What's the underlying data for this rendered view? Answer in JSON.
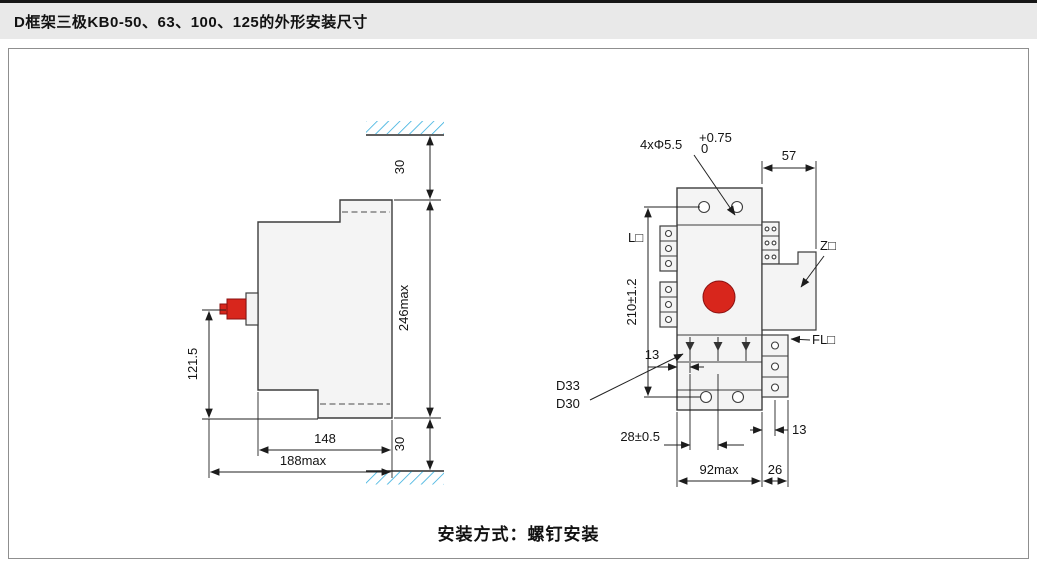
{
  "header": {
    "title": "D框架三极KB0-50、63、100、125的外形安装尺寸"
  },
  "caption": "安装方式：螺钉安装",
  "side_view": {
    "dim_top_gap": "30",
    "dim_height": "246max",
    "dim_bottom_gap": "30",
    "dim_handle_center": "121.5",
    "dim_body_depth": "148",
    "dim_overall_depth": "188max"
  },
  "front_view": {
    "label_holes": "4xΦ5.5",
    "label_holes_tol_upper": "+0.75",
    "label_holes_tol_lower": "0",
    "dim_top_width": "57",
    "dim_mounting_height": "210±1.2",
    "dim_edge_to_pole": "13",
    "label_left": "L□",
    "label_right": "Z□",
    "label_bottom_right": "FL□",
    "label_d33": "D33",
    "label_d30": "D30",
    "dim_pole_pitch": "28±0.5",
    "dim_body_width": "92max",
    "dim_terminal_depth": "26",
    "dim_terminal_offset": "13"
  },
  "colors": {
    "accent_red": "#d8261c",
    "hatch_blue": "#2aa9dc"
  }
}
